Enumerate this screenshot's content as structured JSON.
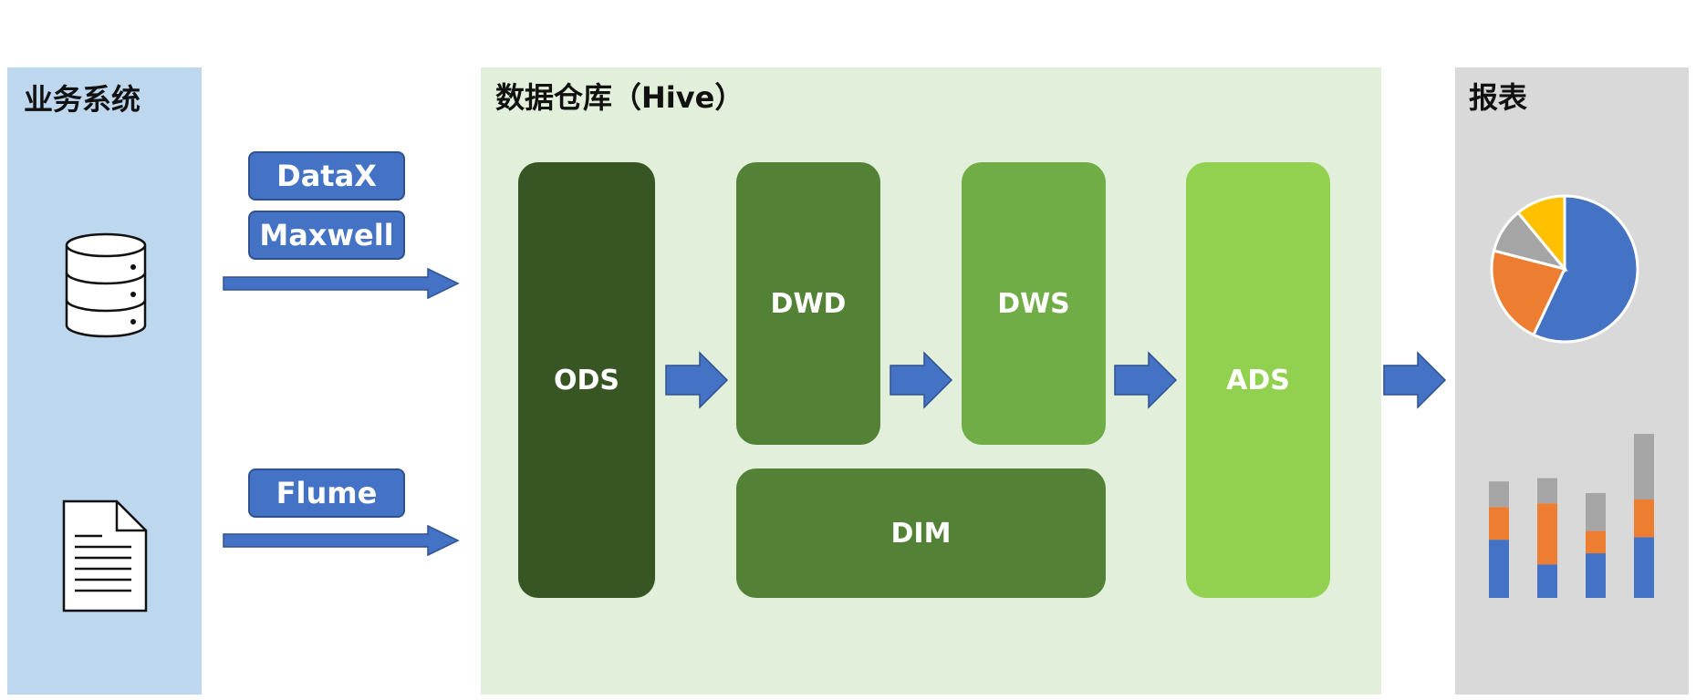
{
  "panels": {
    "source": {
      "title": "业务系统",
      "color": "#bdd7ee"
    },
    "warehouse": {
      "title": "数据仓库（Hive）",
      "color": "#e2efda"
    },
    "report": {
      "title": "报表",
      "color": "#d9d9d9"
    }
  },
  "source_icons": [
    "database-icon",
    "document-icon"
  ],
  "tools": {
    "datax": "DataX",
    "maxwell": "Maxwell",
    "flume": "Flume"
  },
  "layers": {
    "ods": {
      "label": "ODS",
      "color": "#375623"
    },
    "dwd": {
      "label": "DWD",
      "color": "#538135"
    },
    "dws": {
      "label": "DWS",
      "color": "#70ad47"
    },
    "dim": {
      "label": "DIM",
      "color": "#538135"
    },
    "ads": {
      "label": "ADS",
      "color": "#92d050"
    }
  },
  "colors": {
    "arrow": "#4472c4",
    "arrow_border": "#2f528f",
    "series_blue": "#4472c4",
    "series_orange": "#ed7d31",
    "series_gray": "#a5a5a5",
    "series_yellow": "#ffc000"
  },
  "report_icons": {
    "pie_fractions": [
      0.57,
      0.22,
      0.1,
      0.11
    ],
    "bar_stacks": [
      [
        0.5,
        0.28,
        0.22
      ],
      [
        0.28,
        0.51,
        0.21
      ],
      [
        0.4,
        0.2,
        0.34
      ],
      [
        0.37,
        0.23,
        0.4
      ]
    ],
    "bar_totals": [
      0.71,
      0.73,
      0.68,
      1.0
    ]
  }
}
